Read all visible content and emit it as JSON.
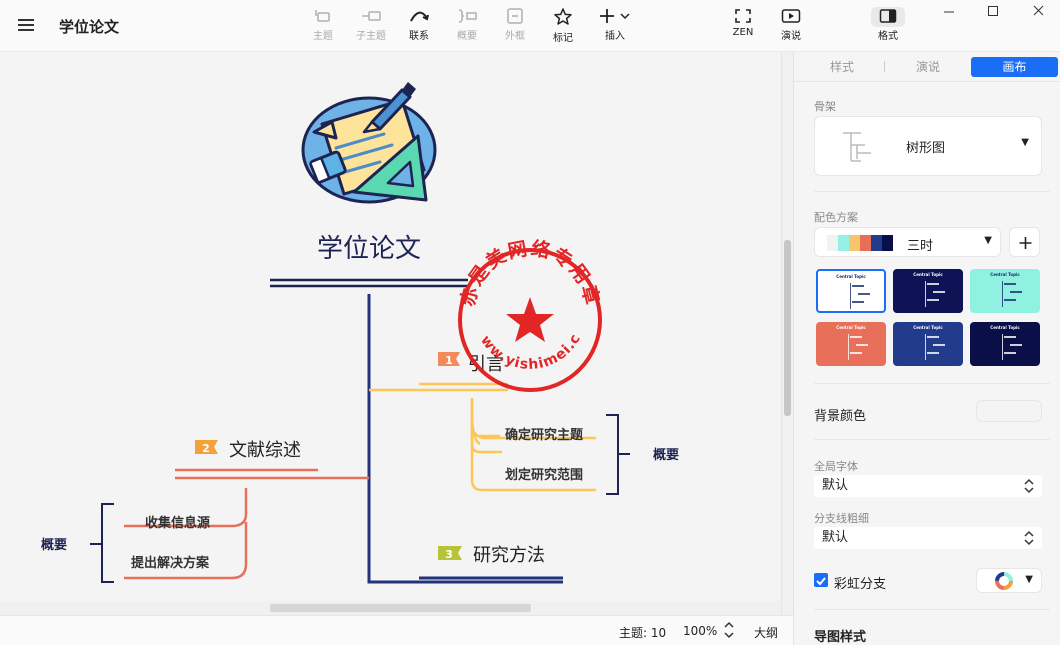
{
  "window": {
    "title": "学位论文"
  },
  "toolbar": {
    "topic": "主题",
    "subtopic": "子主题",
    "relation": "联系",
    "summary": "概要",
    "boundary": "外框",
    "marker": "标记",
    "insert": "插入",
    "zen": "ZEN",
    "present": "演说",
    "format": "格式"
  },
  "mindmap": {
    "root": "学位论文",
    "branches": [
      {
        "num": "1",
        "label": "引言",
        "color": "#f28a5a"
      },
      {
        "num": "2",
        "label": "文献综述",
        "color": "#f2a13c"
      },
      {
        "num": "3",
        "label": "研究方法",
        "color": "#b7c43a"
      }
    ],
    "intro_children": [
      "确定研究主题",
      "划定研究范围"
    ],
    "intro_summary": "概要",
    "lit_children": [
      "收集信息源",
      "提出解决方案"
    ],
    "lit_summary": "概要"
  },
  "watermark": {
    "ring_text": "赤是美网络专用章",
    "url": "www.yishimei.cn"
  },
  "status": {
    "topics": "主题: 10",
    "zoom": "100%",
    "outline": "大纲"
  },
  "panel": {
    "tabs": [
      "样式",
      "演说",
      "画布"
    ],
    "skeleton_label": "骨架",
    "skeleton_value": "树形图",
    "color_scheme_label": "配色方案",
    "color_scheme_value": "三时",
    "color_scheme_swatches": [
      "#f0f3f4",
      "#97f0e6",
      "#f9c56a",
      "#e86f56",
      "#223b8a",
      "#0a0f4a"
    ],
    "themes": [
      {
        "bg": "#ffffff",
        "fg": "#1a2a6c",
        "title": "Central Topic"
      },
      {
        "bg": "#0e1355",
        "fg": "#ffffff",
        "title": "Central Topic"
      },
      {
        "bg": "#8ff2e1",
        "fg": "#1a2a6c",
        "title": "Central Topic"
      },
      {
        "bg": "#e8705a",
        "fg": "#ffffff",
        "title": "Central Topic"
      },
      {
        "bg": "#223b8a",
        "fg": "#ffffff",
        "title": "Central Topic"
      },
      {
        "bg": "#0a0f4a",
        "fg": "#ffffff",
        "title": "Central Topic"
      }
    ],
    "bg_color_label": "背景颜色",
    "global_font_label": "全局字体",
    "global_font_value": "默认",
    "branch_width_label": "分支线粗细",
    "branch_width_value": "默认",
    "rainbow_label": "彩虹分支",
    "map_style_label": "导图样式"
  }
}
